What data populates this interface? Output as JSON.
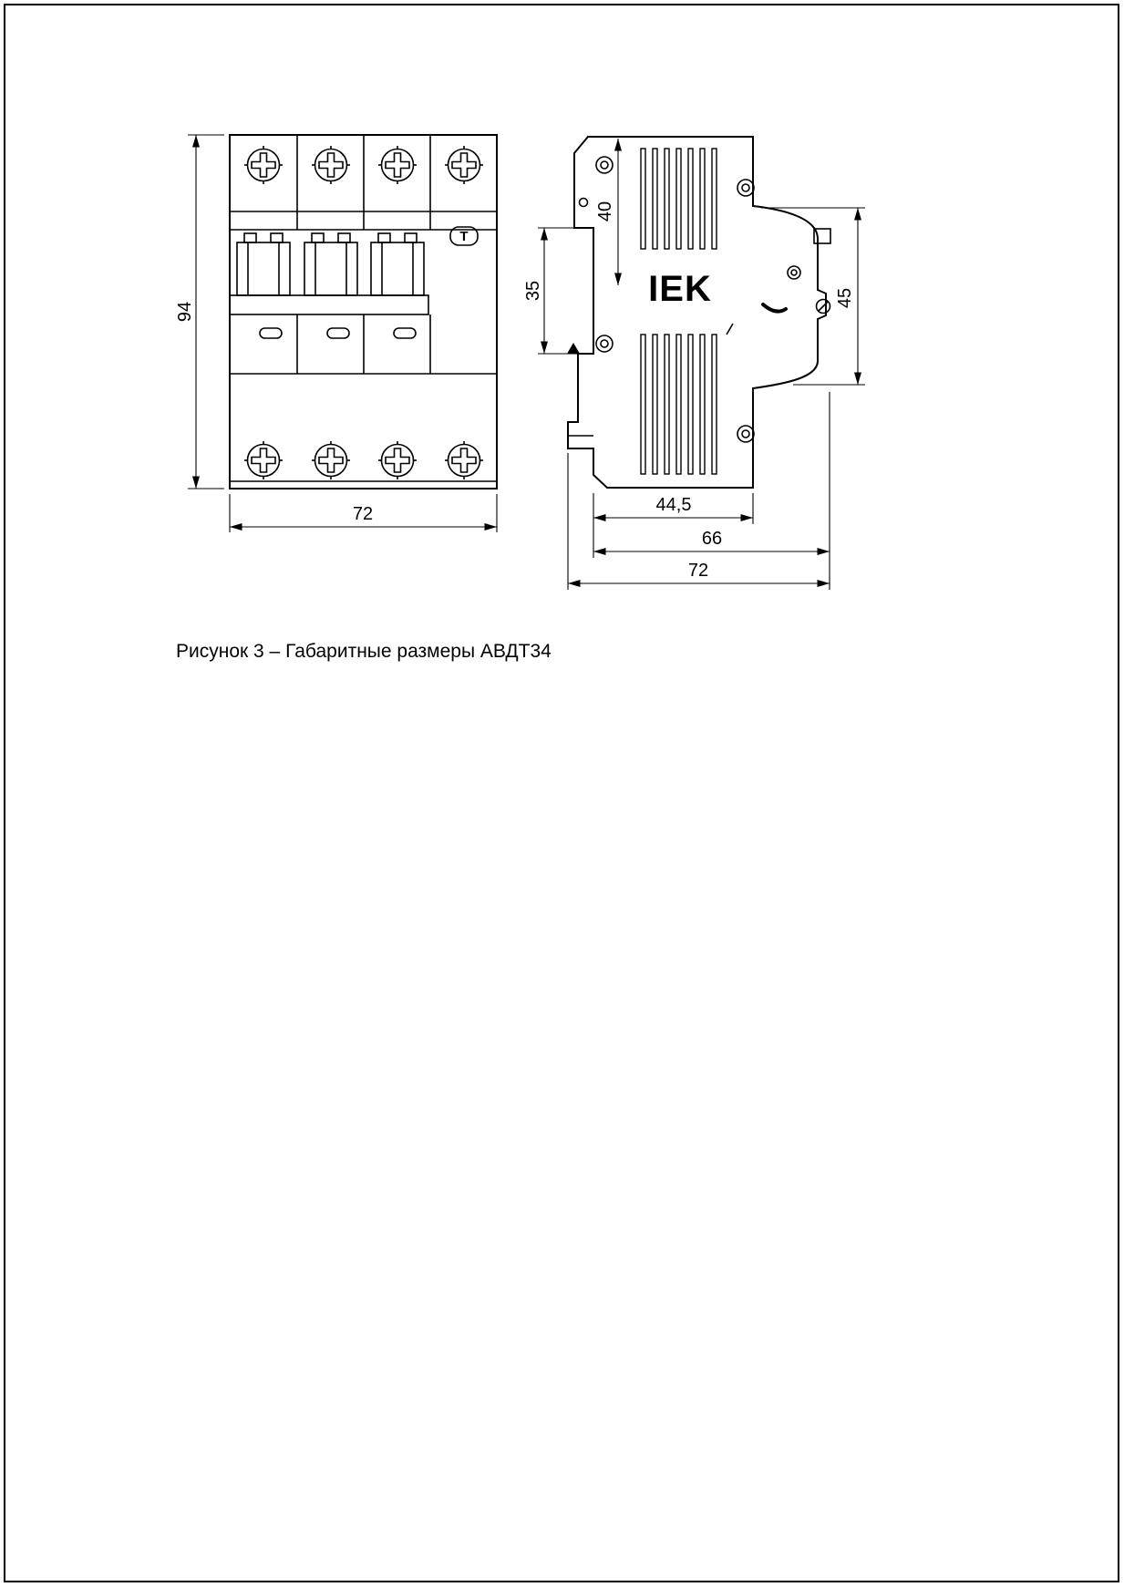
{
  "figure": {
    "caption": "Рисунок 3 – Габаритные размеры АВДТ34"
  },
  "front_view": {
    "dim_height": "94",
    "dim_width": "72",
    "test_button_label": "Т"
  },
  "side_view": {
    "logo_text": "IEK",
    "dim_rail_recess": "35",
    "dim_top_depth": "40",
    "dim_front_height": "45",
    "dim_body_depth": "44,5",
    "dim_depth_66": "66",
    "dim_total_depth": "72"
  },
  "colors": {
    "line": "#000000",
    "background": "#ffffff"
  }
}
